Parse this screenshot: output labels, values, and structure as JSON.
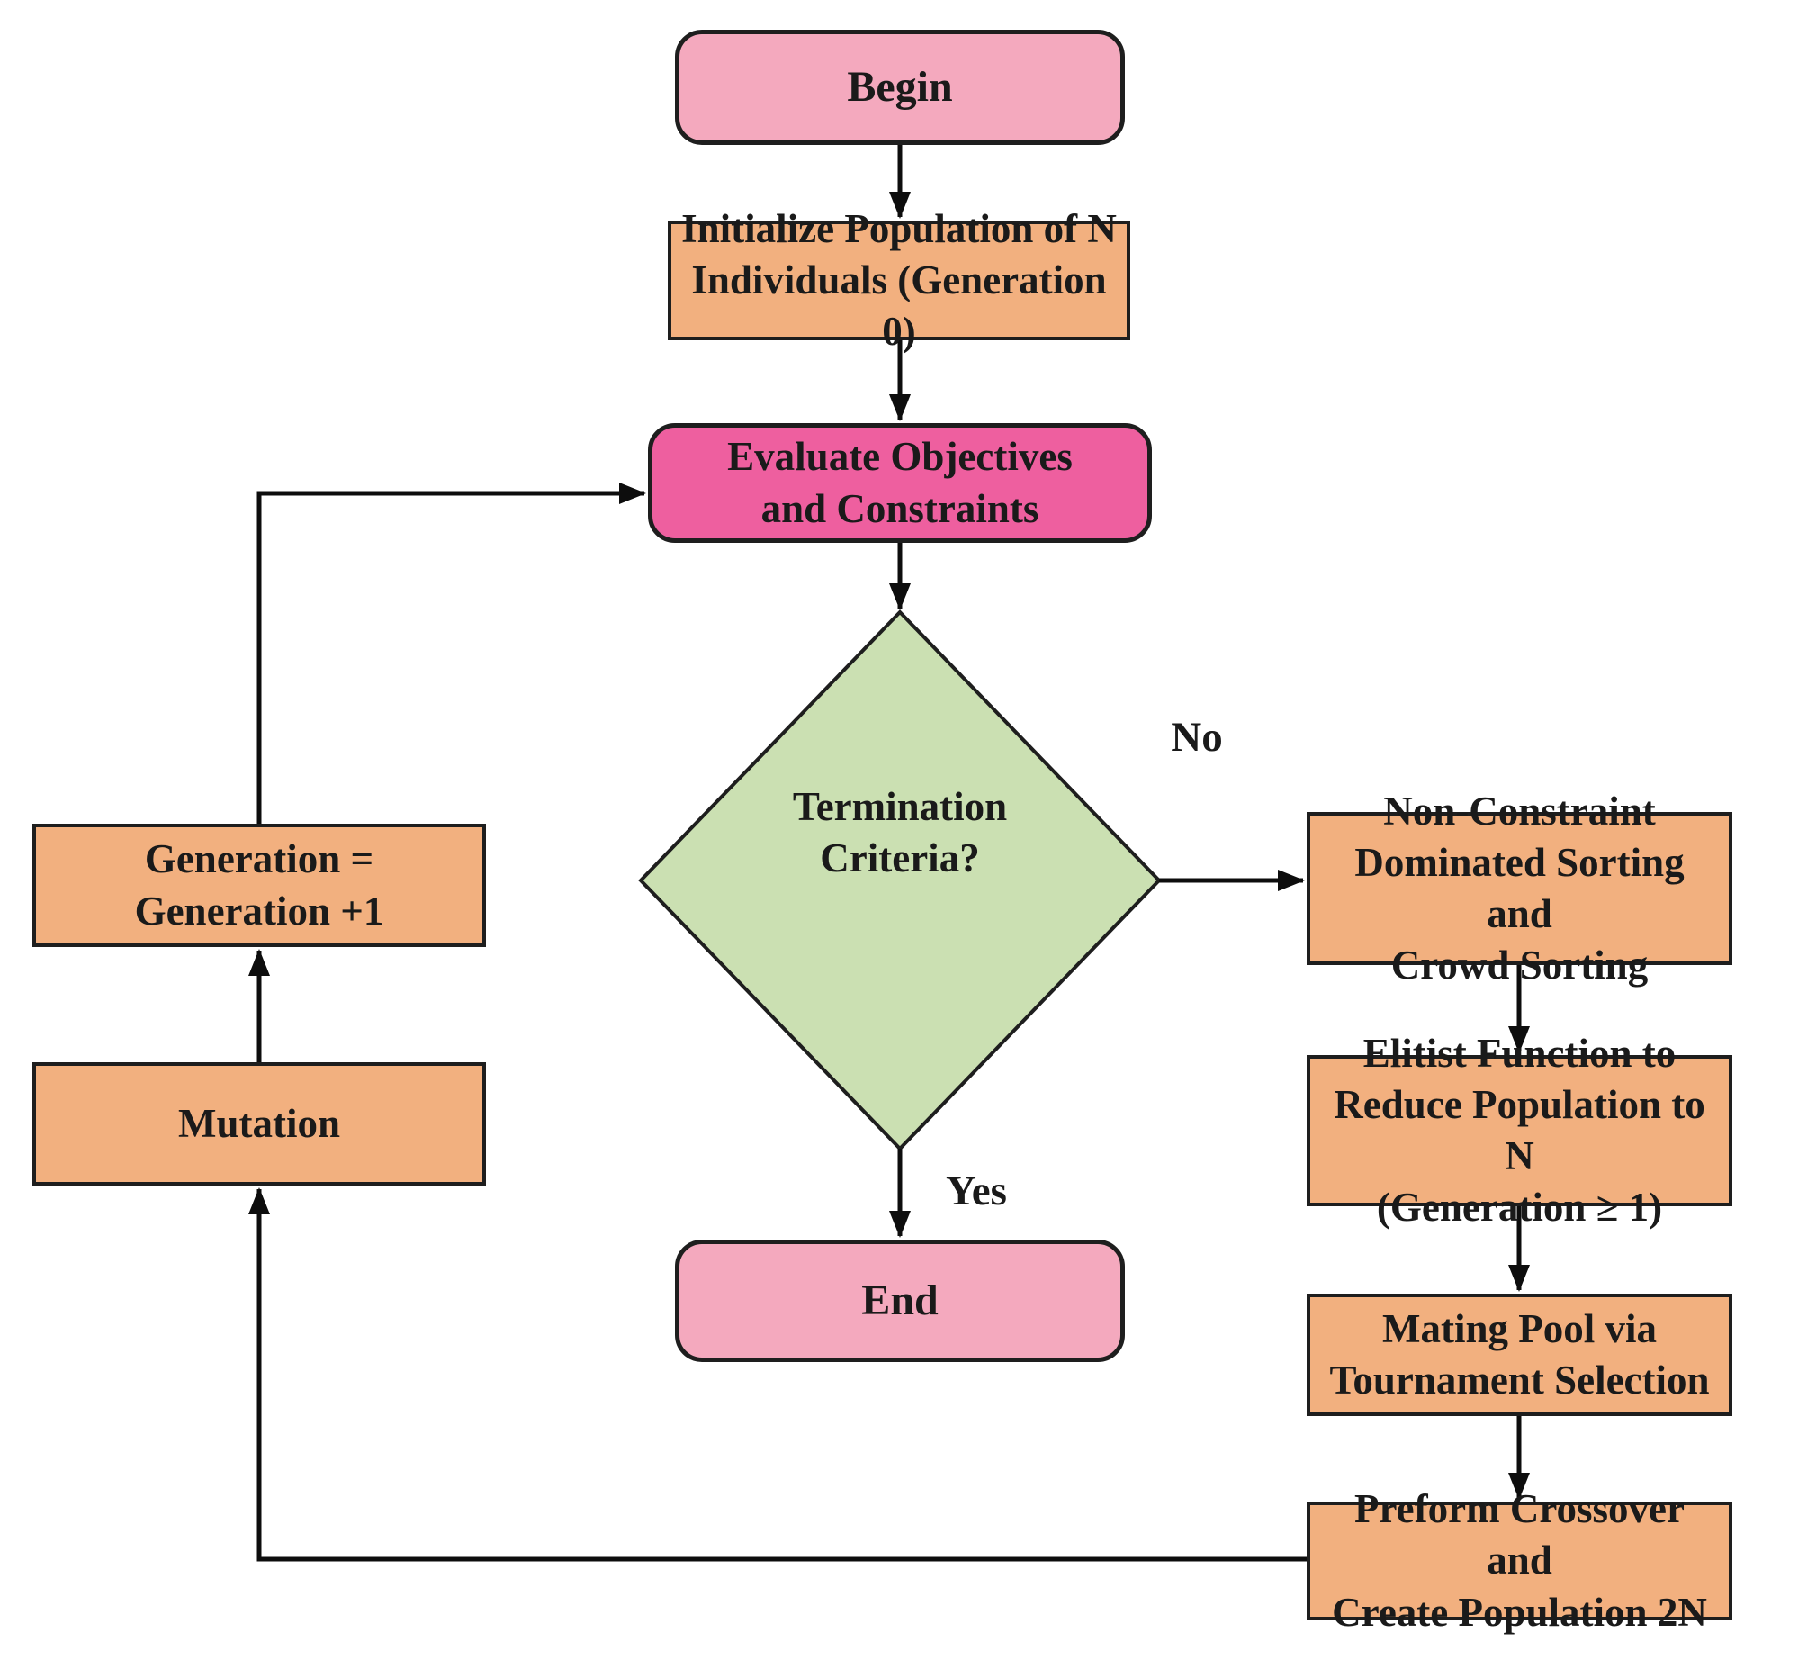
{
  "colors": {
    "pink": "#f4a9be",
    "magenta": "#ee5f9f",
    "orange": "#f2b07f",
    "green": "#cbe0b2",
    "border": "#1e1e1e",
    "line": "#0d0d0d",
    "text": "#1a1a1a",
    "bg": "#ffffff"
  },
  "nodes": {
    "begin": {
      "label": "Begin",
      "shape": "rounded-terminator"
    },
    "initialize": {
      "label": "Initialize Population of N\nIndividuals (Generation 0)",
      "shape": "process"
    },
    "evaluate": {
      "label": "Evaluate Objectives\nand Constraints",
      "shape": "rounded-process"
    },
    "decision": {
      "label": "Termination\nCriteria?",
      "shape": "diamond"
    },
    "sorting": {
      "label": "Non-Constraint\nDominated Sorting and\nCrowd Sorting",
      "shape": "process"
    },
    "elitist": {
      "label": "Elitist Function to\nReduce Population to N\n(Generation ≥ 1)",
      "shape": "process"
    },
    "mating": {
      "label": "Mating Pool via\nTournament Selection",
      "shape": "process"
    },
    "crossover": {
      "label": "Preform Crossover and\nCreate Population 2N",
      "shape": "process"
    },
    "mutation": {
      "label": "Mutation",
      "shape": "process"
    },
    "generation": {
      "label": "Generation =\nGeneration +1",
      "shape": "process"
    },
    "end": {
      "label": "End",
      "shape": "rounded-terminator"
    }
  },
  "edge_labels": {
    "no": "No",
    "yes": "Yes"
  }
}
